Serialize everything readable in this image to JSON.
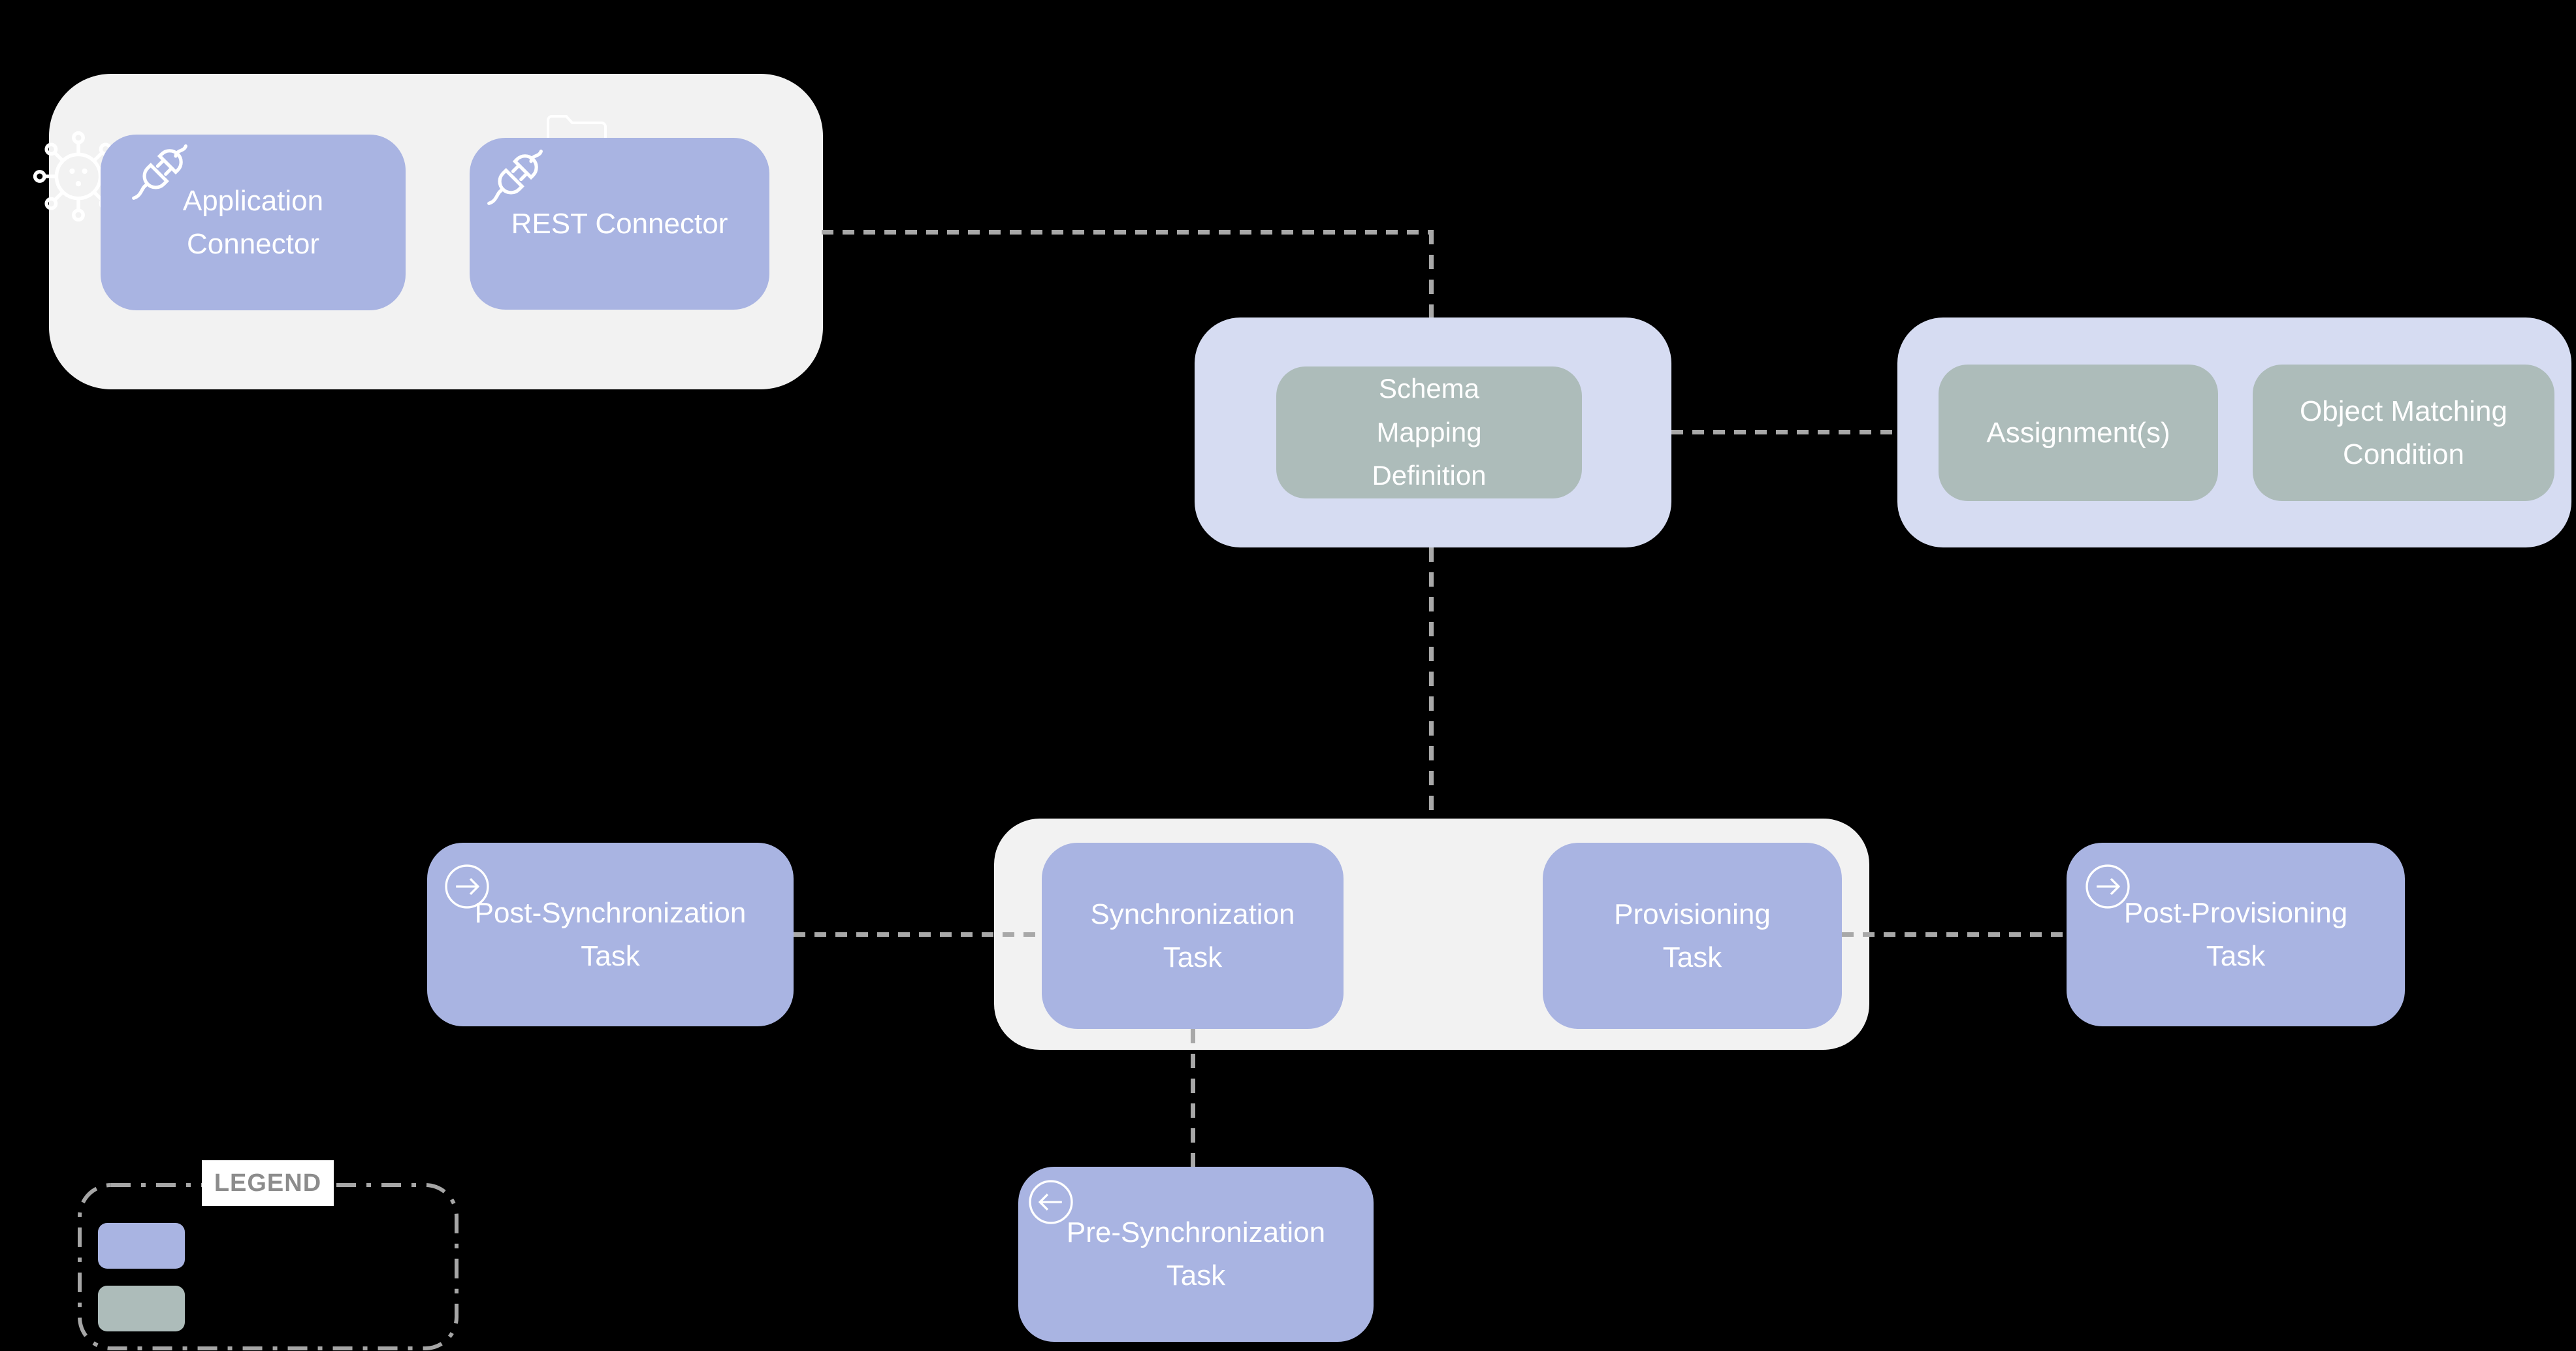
{
  "colors": {
    "background": "#000000",
    "purple_node": "#a9b4e2",
    "sage_node": "#adbcba",
    "lavender_group": "#d6dcf2",
    "light_group": "#f2f2f2",
    "connector_line": "#a8a8a8",
    "legend_border": "#a6a6a6",
    "legend_title_text": "#8c8c8c",
    "legend_title_bg": "#ffffff",
    "node_text": "#ffffff"
  },
  "nodes": {
    "application_connector": {
      "label": "Application\nConnector",
      "color": "#a9b4e2"
    },
    "rest_connector": {
      "label": "REST Connector",
      "color": "#a9b4e2"
    },
    "schema_mapping_definition": {
      "label": "Schema\nMapping\nDefinition",
      "color": "#adbcba"
    },
    "assignments": {
      "label": "Assignment(s)",
      "color": "#adbcba"
    },
    "object_matching_condition": {
      "label": "Object Matching\nCondition",
      "color": "#adbcba"
    },
    "post_synchronization_task": {
      "label": "Post-Synchronization\nTask",
      "color": "#a9b4e2",
      "icon": "arrow-right-circle"
    },
    "synchronization_task": {
      "label": "Synchronization\nTask",
      "color": "#a9b4e2"
    },
    "provisioning_task": {
      "label": "Provisioning\nTask",
      "color": "#a9b4e2"
    },
    "post_provisioning_task": {
      "label": "Post-Provisioning\nTask",
      "color": "#a9b4e2",
      "icon": "arrow-right-circle"
    },
    "pre_synchronization_task": {
      "label": "Pre-Synchronization\nTask",
      "color": "#a9b4e2",
      "icon": "arrow-left-circle"
    }
  },
  "groups": {
    "connector_group": {
      "children": [
        "application_connector",
        "rest_connector"
      ],
      "background": "#f2f2f2"
    },
    "schema_group": {
      "children": [
        "schema_mapping_definition"
      ],
      "background": "#d6dcf2"
    },
    "matching_group": {
      "children": [
        "assignments",
        "object_matching_condition"
      ],
      "background": "#d6dcf2"
    },
    "task_group": {
      "children": [
        "synchronization_task",
        "provisioning_task"
      ],
      "background": "#f2f2f2"
    }
  },
  "edges": [
    {
      "from": "connector_group",
      "to": "schema_group",
      "style": "dashed"
    },
    {
      "from": "schema_mapping_definition",
      "to": "assignments",
      "style": "dashed"
    },
    {
      "from": "schema_group",
      "to": "task_group",
      "style": "dashed"
    },
    {
      "from": "synchronization_task",
      "to": "post_synchronization_task",
      "style": "dashed"
    },
    {
      "from": "provisioning_task",
      "to": "post_provisioning_task",
      "style": "dashed"
    },
    {
      "from": "synchronization_task",
      "to": "pre_synchronization_task",
      "style": "dashed"
    }
  ],
  "icons": [
    "gear-icon",
    "plug-icon",
    "folder-icon",
    "arrow-right-circle-icon",
    "arrow-left-circle-icon"
  ],
  "legend": {
    "title": "LEGEND",
    "items": [
      {
        "swatch": "purple",
        "color": "#a9b4e2"
      },
      {
        "swatch": "sage",
        "color": "#adbcba"
      }
    ]
  }
}
